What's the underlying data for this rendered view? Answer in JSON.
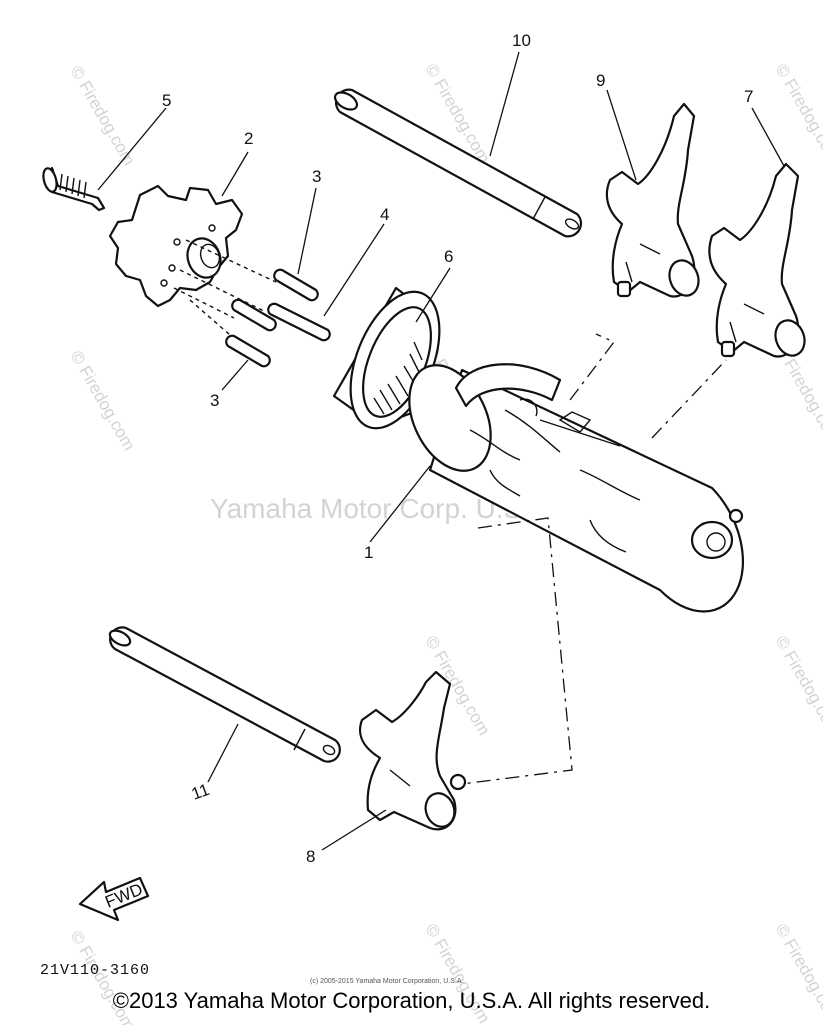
{
  "watermark": {
    "center_text": "Yamaha Motor Corp. U.S.A.",
    "tile_text": "© Firedog.com"
  },
  "callouts": {
    "c1": "1",
    "c2": "2",
    "c3a": "3",
    "c3b": "3",
    "c4": "4",
    "c5": "5",
    "c6": "6",
    "c7": "7",
    "c8": "8",
    "c9": "9",
    "c10": "10",
    "c11": "11"
  },
  "fwd_label": "FWD",
  "diagram_code": "21V110-3160",
  "small_copyright": "(c) 2005-2015 Yamaha Motor Corporation, U.S.A.",
  "copyright": "©2013 Yamaha Motor Corporation, U.S.A. All rights reserved."
}
